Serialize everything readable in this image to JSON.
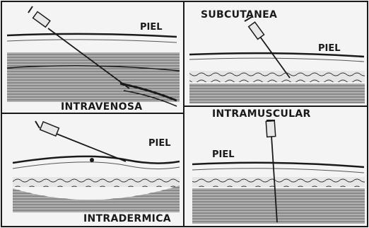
{
  "figure": {
    "panels": [
      {
        "id": "intravenosa",
        "title": "INTRAVENOSA",
        "skin_label": "PIEL"
      },
      {
        "id": "subcutanea",
        "title": "SUBCUTANEA",
        "skin_label": "PIEL"
      },
      {
        "id": "intradermica",
        "title": "INTRADERMICA",
        "skin_label": "PIEL"
      },
      {
        "id": "intramuscular",
        "title": "INTRAMUSCULAR",
        "skin_label": "PIEL"
      }
    ]
  },
  "colors": {
    "ink": "#1a1a1a",
    "paper": "#f4f4f4"
  }
}
